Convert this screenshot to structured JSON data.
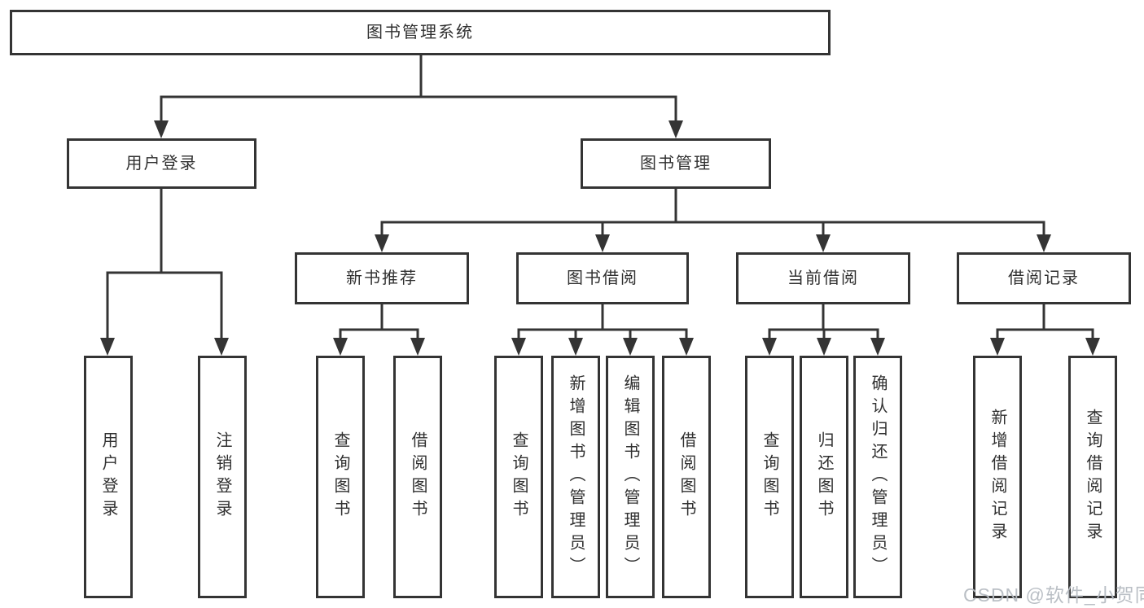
{
  "diagram": {
    "title": "图书管理系统",
    "root": {
      "label": "图书管理系统"
    },
    "level2": [
      {
        "label": "用户登录"
      },
      {
        "label": "图书管理"
      }
    ],
    "level3": [
      {
        "label": "新书推荐"
      },
      {
        "label": "图书借阅"
      },
      {
        "label": "当前借阅"
      },
      {
        "label": "借阅记录"
      }
    ],
    "leaves": [
      {
        "parent": "用户登录",
        "label": "用户登录"
      },
      {
        "parent": "用户登录",
        "label": "注销登录"
      },
      {
        "parent": "新书推荐",
        "label": "查询图书"
      },
      {
        "parent": "新书推荐",
        "label": "借阅图书"
      },
      {
        "parent": "图书借阅",
        "label": "查询图书"
      },
      {
        "parent": "图书借阅",
        "label": "新增图书（管理员）"
      },
      {
        "parent": "图书借阅",
        "label": "编辑图书（管理员）"
      },
      {
        "parent": "图书借阅",
        "label": "借阅图书"
      },
      {
        "parent": "当前借阅",
        "label": "查询图书"
      },
      {
        "parent": "当前借阅",
        "label": "归还图书"
      },
      {
        "parent": "当前借阅",
        "label": "确认归还（管理员）"
      },
      {
        "parent": "借阅记录",
        "label": "新增借阅记录"
      },
      {
        "parent": "借阅记录",
        "label": "查询借阅记录"
      }
    ]
  },
  "watermark": {
    "text": "CSDN @软件_小贺同学",
    "color": "#b6bcc2"
  },
  "colors": {
    "line": "#343434",
    "text": "#303030",
    "background": "#ffffff"
  }
}
